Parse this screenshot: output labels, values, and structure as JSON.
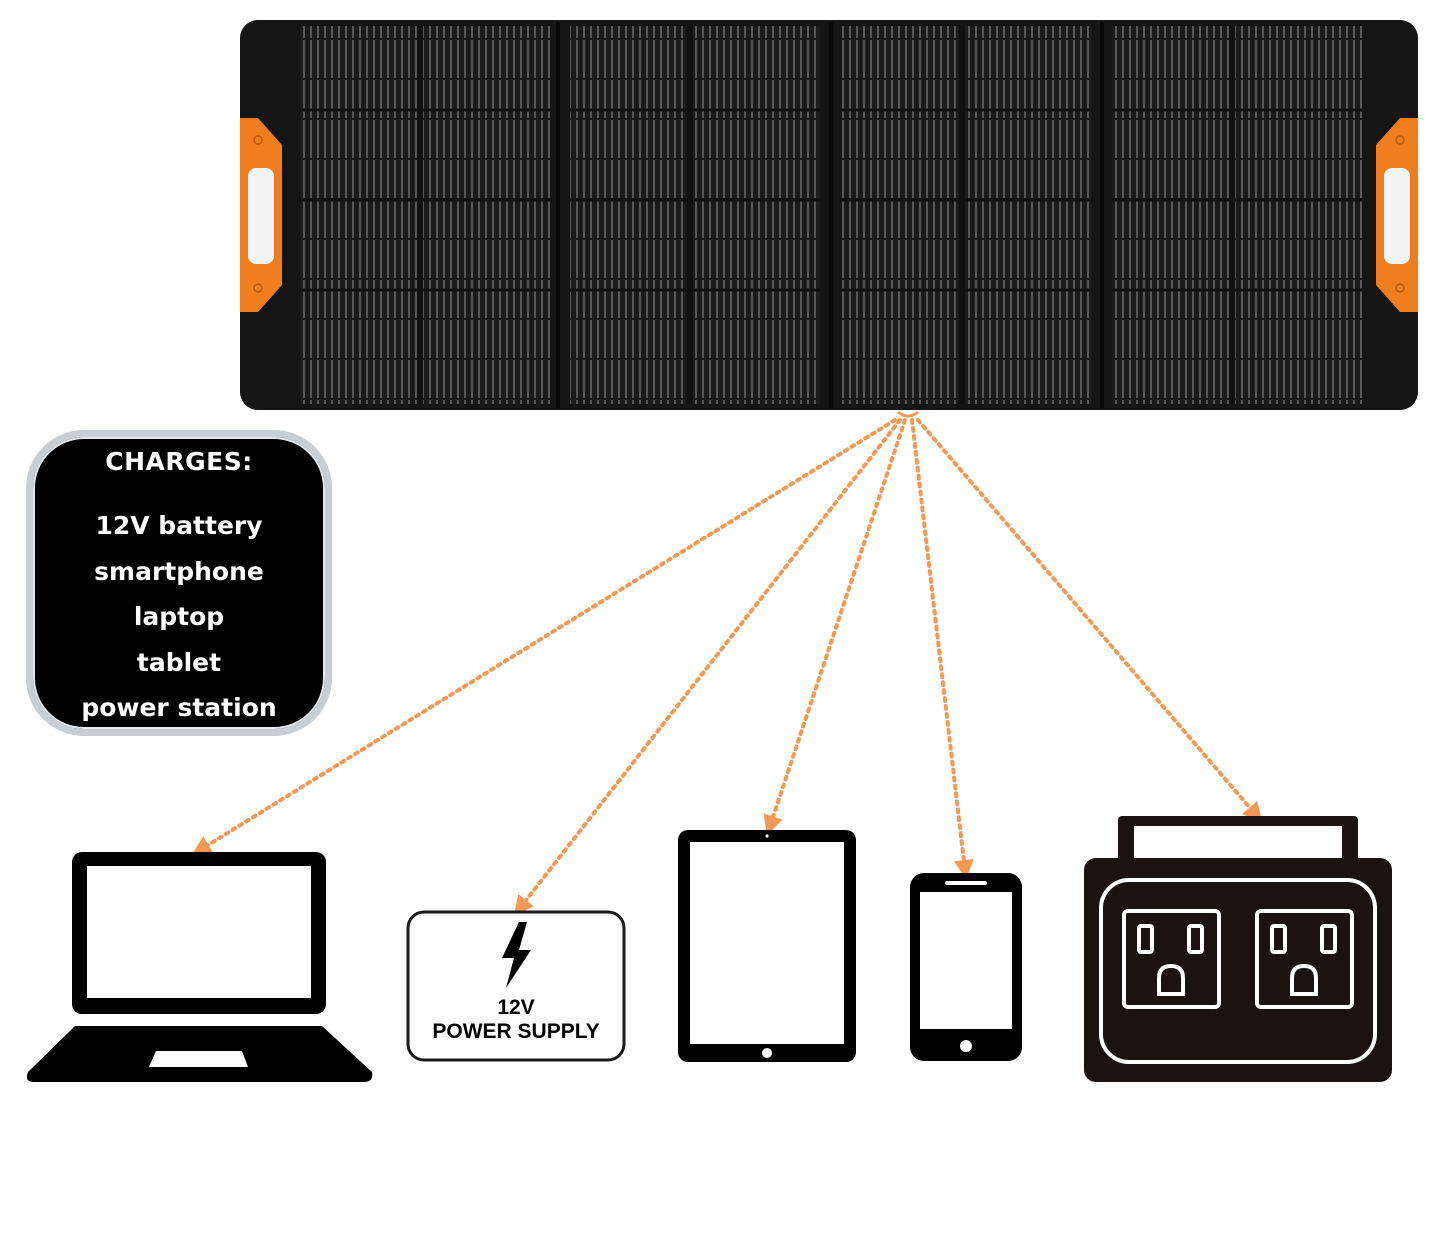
{
  "charges": {
    "title": "CHARGES:",
    "items": [
      "12V battery",
      "smartphone",
      "laptop",
      "tablet",
      "power station"
    ]
  },
  "power_supply": {
    "line1": "12V",
    "line2": "POWER SUPPLY"
  },
  "colors": {
    "panel": "#151515",
    "cell": "#232323",
    "handle": "#f07d1e",
    "arrow": "#f29a55",
    "device": "#000000",
    "station": "#1b1311",
    "box_border": "#c9ced3"
  },
  "icons": [
    "solar-panel",
    "laptop-icon",
    "lightning-icon",
    "tablet-icon",
    "smartphone-icon",
    "power-station-icon"
  ]
}
